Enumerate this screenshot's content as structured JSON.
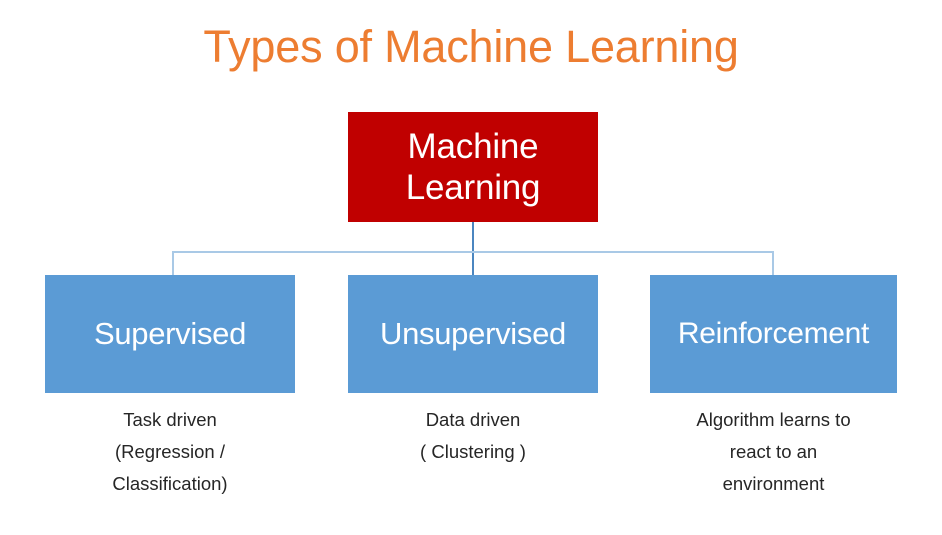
{
  "title": "Types of Machine Learning",
  "colors": {
    "title_orange": "#ED7D31",
    "root_red": "#C00000",
    "leaf_blue": "#5B9BD5",
    "connector_blue": "#A9C9E6",
    "connector_stem_blue": "#4B86C0",
    "node_text": "#FFFFFF",
    "caption_text": "#262626",
    "background": "#FFFFFF"
  },
  "diagram": {
    "root": {
      "label": "Machine\nLearning",
      "label_line1": "Machine",
      "label_line2": "Learning"
    },
    "branches": [
      {
        "label": "Supervised",
        "caption": "Task driven\n(Regression /\nClassification)"
      },
      {
        "label": "Unsupervised",
        "caption": "Data driven\n( Clustering )"
      },
      {
        "label": "Reinforcement",
        "caption": "Algorithm learns to\nreact to an\nenvironment"
      }
    ]
  },
  "chart_data": {
    "type": "diagram",
    "subtype": "hierarchy-tree",
    "title": "Types of Machine Learning",
    "root": "Machine Learning",
    "nodes": [
      {
        "id": "root",
        "label": "Machine Learning",
        "level": 0,
        "color": "#C00000"
      },
      {
        "id": "supervised",
        "label": "Supervised",
        "level": 1,
        "color": "#5B9BD5",
        "caption": "Task driven (Regression / Classification)"
      },
      {
        "id": "unsupervised",
        "label": "Unsupervised",
        "level": 1,
        "color": "#5B9BD5",
        "caption": "Data driven ( Clustering )"
      },
      {
        "id": "reinforcement",
        "label": "Reinforcement",
        "level": 1,
        "color": "#5B9BD5",
        "caption": "Algorithm learns to react to an environment"
      }
    ],
    "edges": [
      {
        "from": "root",
        "to": "supervised"
      },
      {
        "from": "root",
        "to": "unsupervised"
      },
      {
        "from": "root",
        "to": "reinforcement"
      }
    ]
  }
}
